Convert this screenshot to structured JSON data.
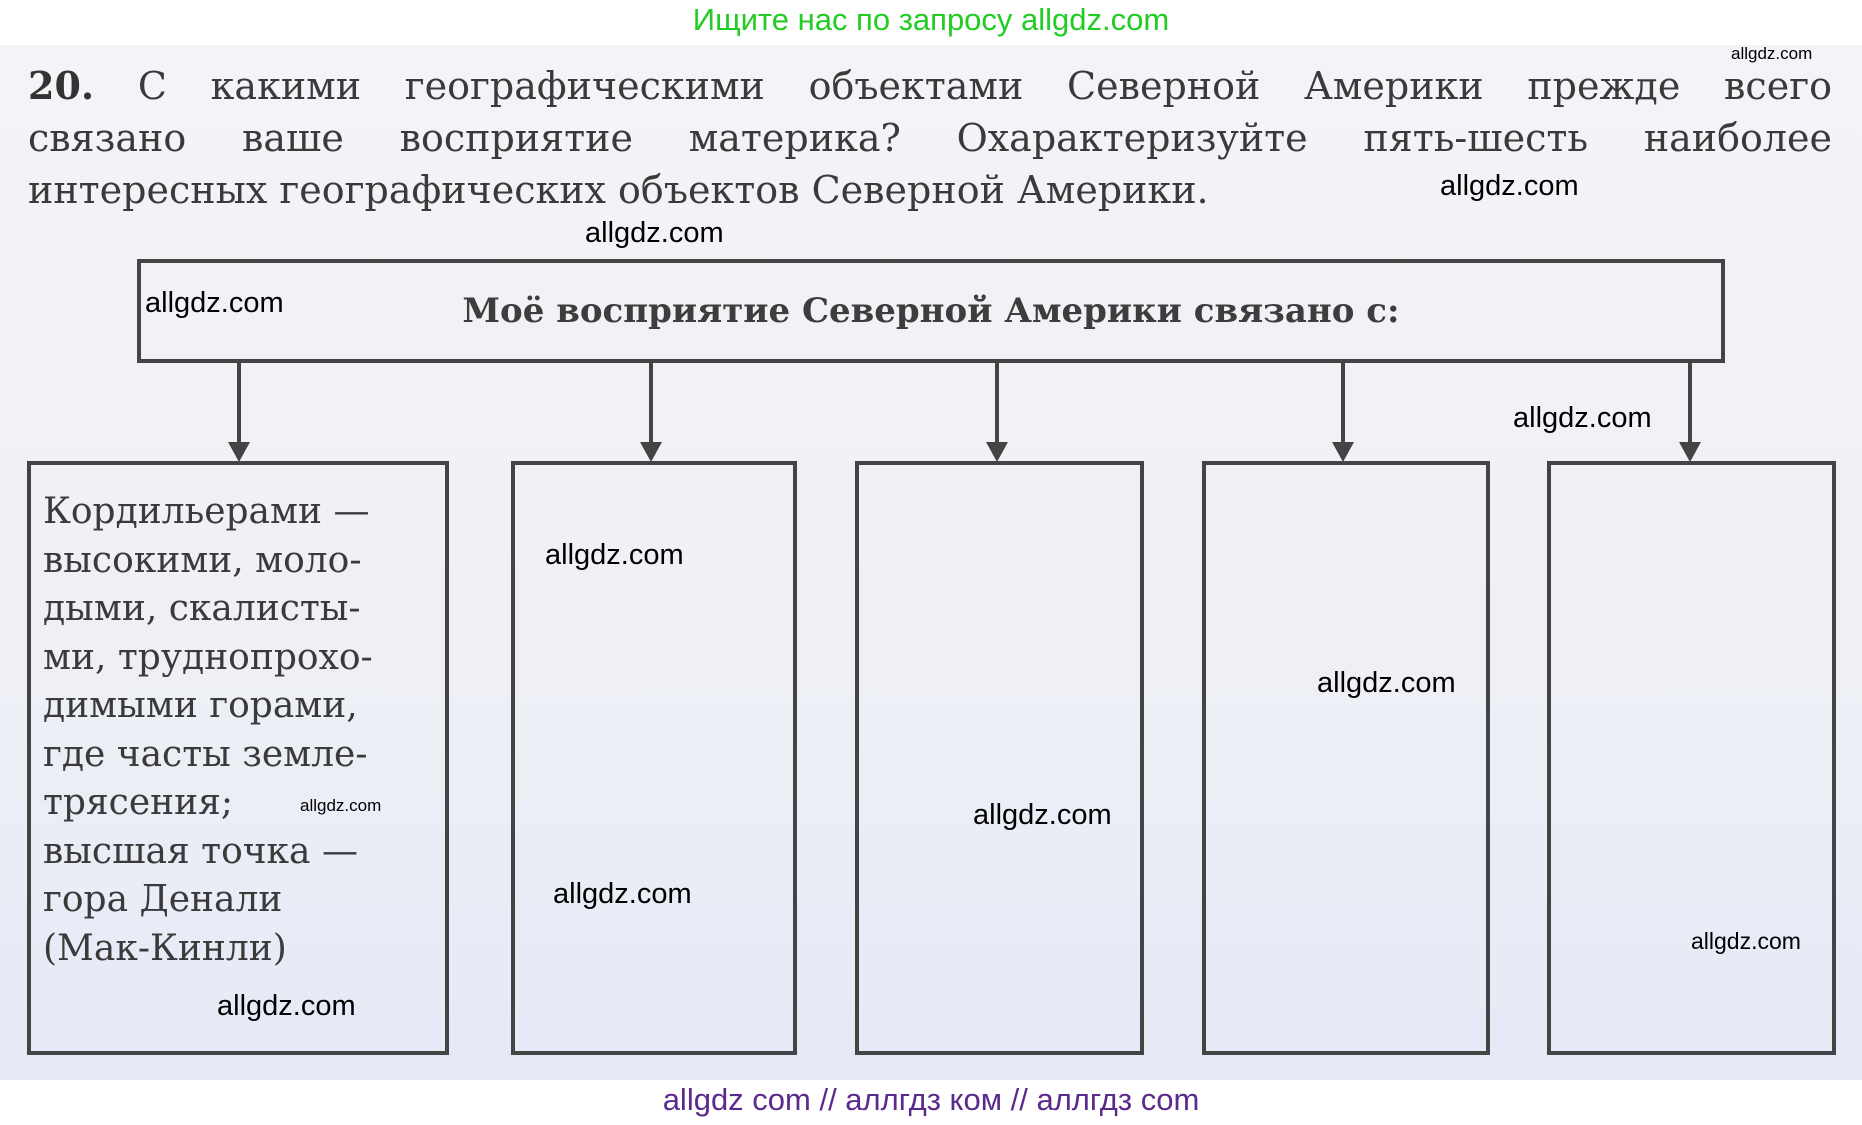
{
  "top_banner": "Ищите нас по запросу allgdz.com",
  "bottom_banner": "allgdz com  //  аллгдз ком  //  аллгдз com",
  "question": {
    "number": "20.",
    "line1": "С какими географическими объектами Северной Америки прежде всего",
    "line2": "связано ваше восприятие материка? Охарактеризуйте пять-шесть наиболее",
    "line3": "интересных географических объектов Северной Америки."
  },
  "diagram": {
    "header": "Моё восприятие Северной Америки связано с:",
    "boxes": [
      {
        "text": "Кордильерами —\nвысокими, моло-\nдыми, скалисты-\nми, труднопрохо-\nдимыми горами,\nгде часты земле-\nтрясения;\nвысшая точка —\nгора Денали\n(Мак-Кинли)"
      },
      {
        "text": ""
      },
      {
        "text": ""
      },
      {
        "text": ""
      },
      {
        "text": ""
      }
    ]
  },
  "watermark": "allgdz.com"
}
